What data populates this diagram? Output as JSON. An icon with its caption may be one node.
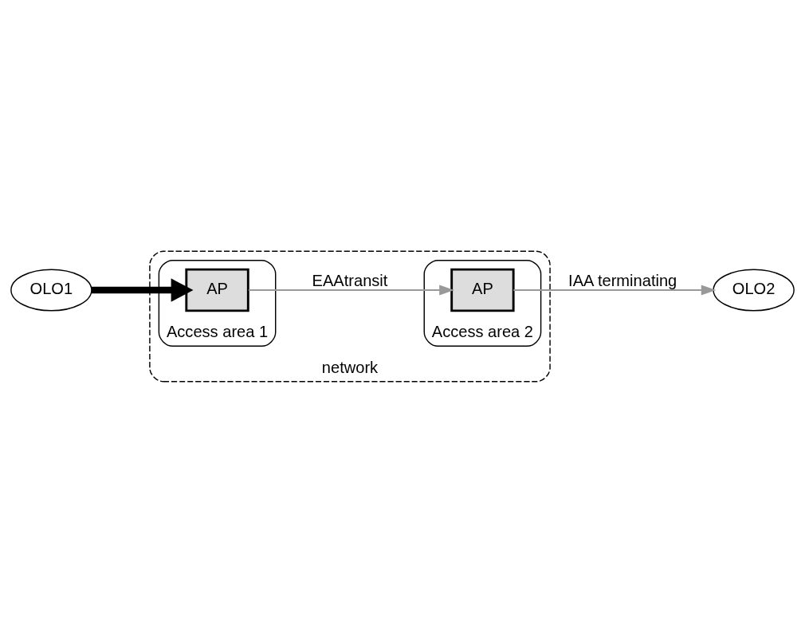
{
  "diagram": {
    "nodes": [
      {
        "text": [
          "OLO1"
        ]
      },
      {
        "text": [
          "OLO2"
        ]
      },
      {
        "text": [
          "network"
        ]
      },
      {
        "text": [
          "Access area 1"
        ],
        "in": 2
      },
      {
        "text": [
          "AP"
        ],
        "in": 3
      },
      {
        "text": [
          "Access area 2"
        ],
        "in": 2
      },
      {
        "text": [
          "AP"
        ],
        "in": 5
      }
    ],
    "edges": [
      {
        "from": 0,
        "to": 4,
        "arrow": "to",
        "style": "thick",
        "color": "#000000"
      },
      {
        "from": 4,
        "to": 6,
        "arrow": "to",
        "label": "EAAtransit",
        "color": "#999999"
      },
      {
        "from": 6,
        "to": 1,
        "arrow": "to",
        "label": "IAA terminating",
        "color": "#999999"
      }
    ]
  }
}
